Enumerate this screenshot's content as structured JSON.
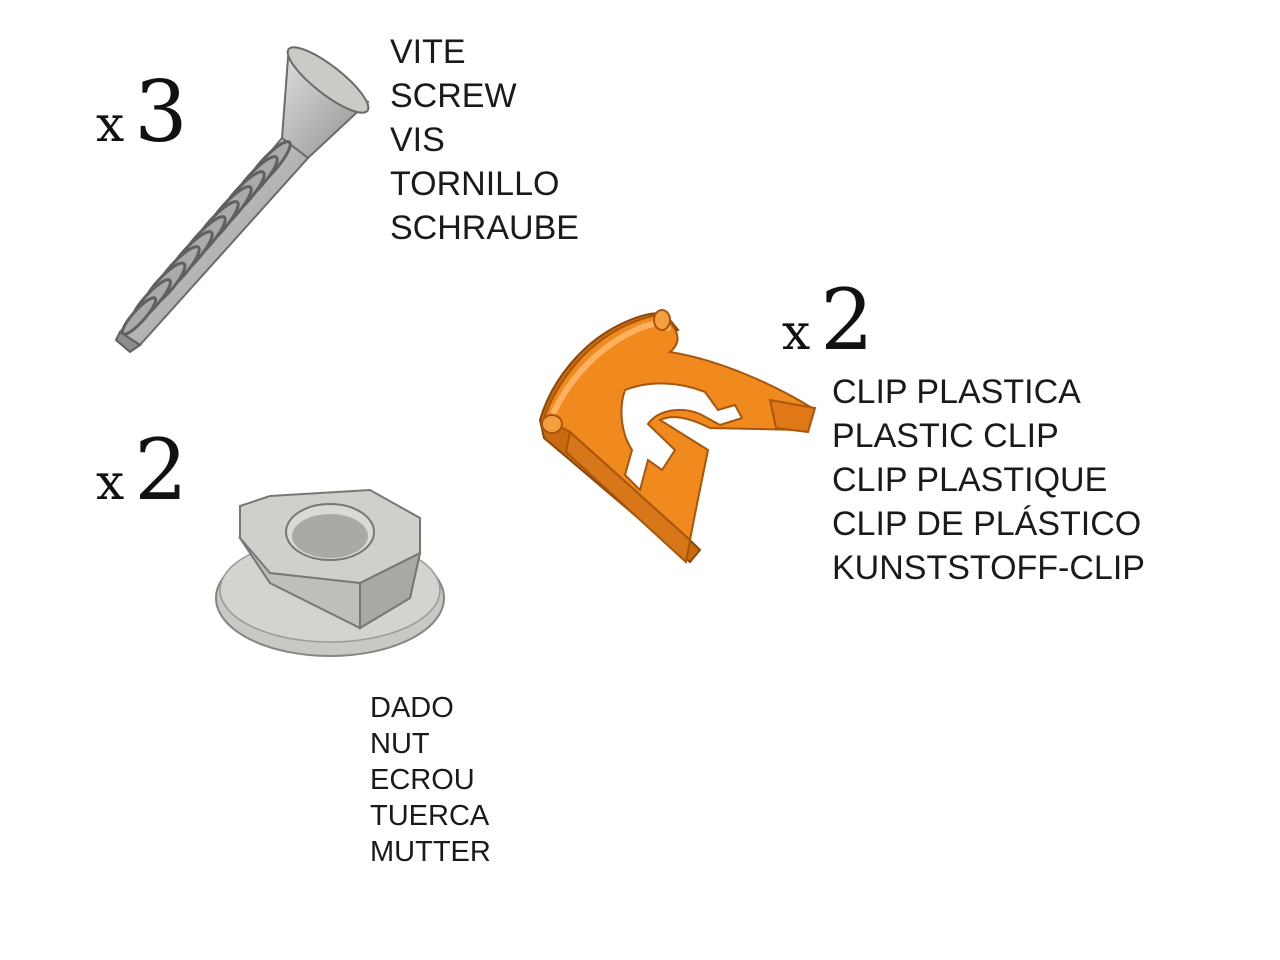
{
  "parts": {
    "screw": {
      "qty_prefix": "x",
      "qty_count": "3",
      "labels": [
        "VITE",
        "SCREW",
        "VIS",
        "TORNILLO",
        "SCHRAUBE"
      ],
      "color": "#b9bbb8"
    },
    "nut": {
      "qty_prefix": "x",
      "qty_count": "2",
      "labels": [
        "DADO",
        "NUT",
        "ECROU",
        "TUERCA",
        "MUTTER"
      ],
      "color": "#c2c3bf"
    },
    "clip": {
      "qty_prefix": "x",
      "qty_count": "2",
      "labels": [
        "CLIP PLASTICA",
        "PLASTIC CLIP",
        "CLIP PLASTIQUE",
        "CLIP DE PLÁSTICO",
        "KUNSTSTOFF-CLIP"
      ],
      "color": "#f08a1e"
    }
  }
}
